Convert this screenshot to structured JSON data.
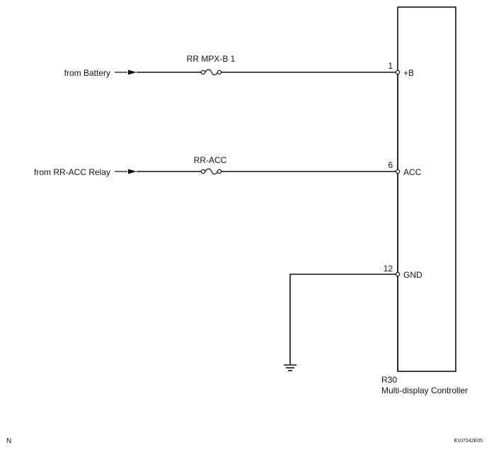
{
  "inputs": [
    {
      "source_label": "from Battery",
      "fuse_label": "RR MPX-B 1",
      "pin": "1",
      "terminal": "+B"
    },
    {
      "source_label": "from RR-ACC Relay",
      "fuse_label": "RR-ACC",
      "pin": "6",
      "terminal": "ACC"
    }
  ],
  "ground": {
    "pin": "12",
    "terminal": "GND"
  },
  "component": {
    "code": "R30",
    "name": "Multi-display Controller"
  },
  "footer": {
    "left_mark": "N",
    "figure_id": "E107242E05"
  }
}
